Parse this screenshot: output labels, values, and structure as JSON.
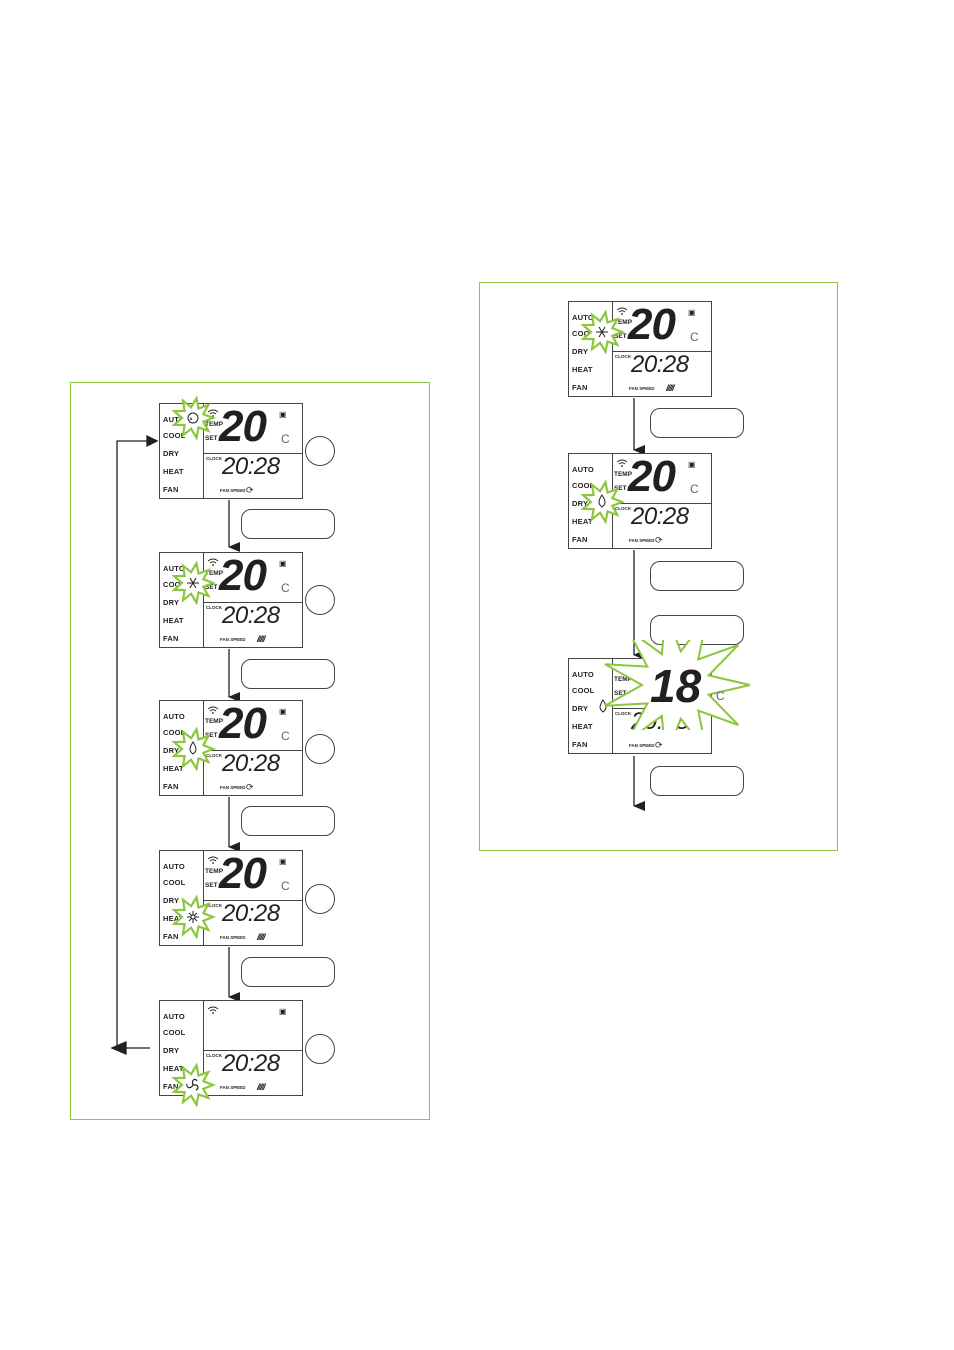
{
  "modes": [
    "AUTO",
    "COOL",
    "DRY",
    "HEAT",
    "FAN"
  ],
  "labels": {
    "temp": "TEMP",
    "set": "SET",
    "clock": "CLOCK",
    "fan_speed": "FAN SPEED",
    "unit": "C"
  },
  "display": {
    "temperature": "20",
    "time": "20:28",
    "flash_temperature": "18",
    "speed_bars": "/////"
  },
  "icons": [
    "auto-icon",
    "snowflake-icon",
    "droplet-icon",
    "sun-icon",
    "fan-icon",
    "wifi-icon",
    "filter-icon",
    "spinner-icon"
  ],
  "colors": {
    "frame": "#8cc63f",
    "burst": "#8cc63f",
    "ink": "#231f20"
  }
}
